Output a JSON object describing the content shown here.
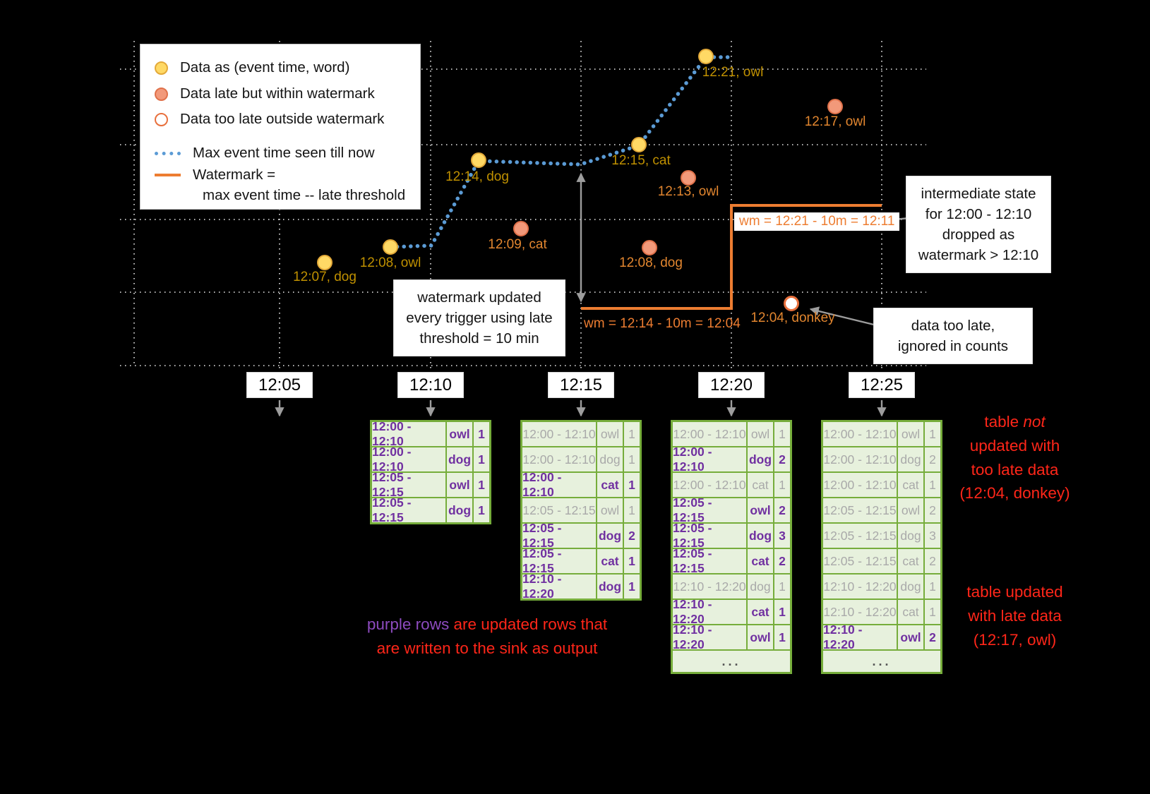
{
  "colors": {
    "background": "#000000",
    "ontime_fill": "#ffd965",
    "late_fill": "#f2997a",
    "toolate_ring": "#e8703d",
    "max_event_line": "#5b9bd5",
    "watermark_line": "#ed7d31",
    "table_green": "#76ad3b",
    "updated_purple": "#7030a0",
    "unchanged_gray": "#a9a9a9",
    "note_red": "#ff2619"
  },
  "legend": {
    "items": [
      {
        "icon": "ontime-dot",
        "label": "Data as (event time, word)"
      },
      {
        "icon": "late-dot",
        "label": "Data late but within watermark"
      },
      {
        "icon": "toolate-dot",
        "label": "Data too late outside watermark"
      },
      {
        "icon": "max-event-line",
        "label": "Max event time seen till now"
      },
      {
        "icon": "watermark-line",
        "label": "Watermark =",
        "label2": "max event time -- late threshold"
      }
    ]
  },
  "points": [
    {
      "label": "12:07, dog",
      "kind": "ontime"
    },
    {
      "label": "12:08, owl",
      "kind": "ontime"
    },
    {
      "label": "12:14, dog",
      "kind": "ontime"
    },
    {
      "label": "12:15, cat",
      "kind": "ontime"
    },
    {
      "label": "12:21, owl",
      "kind": "ontime"
    },
    {
      "label": "12:09, cat",
      "kind": "late"
    },
    {
      "label": "12:13, owl",
      "kind": "late"
    },
    {
      "label": "12:08, dog",
      "kind": "late"
    },
    {
      "label": "12:17, owl",
      "kind": "late"
    },
    {
      "label": "12:04, donkey",
      "kind": "toolate"
    }
  ],
  "watermark_labels": {
    "first": "wm = 12:14 - 10m = 12:04",
    "second": "wm = 12:21 - 10m = 12:11"
  },
  "callouts": {
    "trigger": {
      "lines": [
        "watermark updated",
        "every trigger using late",
        "threshold = 10 min"
      ]
    },
    "dropped": {
      "lines": [
        "intermediate state",
        "for 12:00 - 12:10",
        "dropped as",
        "watermark > 12:10"
      ]
    },
    "too_late": {
      "lines": [
        "data too late,",
        "ignored in counts"
      ]
    }
  },
  "axis": {
    "times": [
      "12:05",
      "12:10",
      "12:15",
      "12:20",
      "12:25"
    ]
  },
  "ellipsis_label": "...",
  "tables": [
    {
      "trigger_time": "12:10",
      "ellipsis": false,
      "rows": [
        {
          "window": "12:00 - 12:10",
          "word": "owl",
          "count": "1",
          "updated": true
        },
        {
          "window": "12:00 - 12:10",
          "word": "dog",
          "count": "1",
          "updated": true
        },
        {
          "window": "12:05 - 12:15",
          "word": "owl",
          "count": "1",
          "updated": true
        },
        {
          "window": "12:05 - 12:15",
          "word": "dog",
          "count": "1",
          "updated": true
        }
      ]
    },
    {
      "trigger_time": "12:15",
      "ellipsis": false,
      "rows": [
        {
          "window": "12:00 - 12:10",
          "word": "owl",
          "count": "1",
          "updated": false
        },
        {
          "window": "12:00 - 12:10",
          "word": "dog",
          "count": "1",
          "updated": false
        },
        {
          "window": "12:00 - 12:10",
          "word": "cat",
          "count": "1",
          "updated": true
        },
        {
          "window": "12:05 - 12:15",
          "word": "owl",
          "count": "1",
          "updated": false
        },
        {
          "window": "12:05 - 12:15",
          "word": "dog",
          "count": "2",
          "updated": true
        },
        {
          "window": "12:05 - 12:15",
          "word": "cat",
          "count": "1",
          "updated": true
        },
        {
          "window": "12:10 - 12:20",
          "word": "dog",
          "count": "1",
          "updated": true
        }
      ]
    },
    {
      "trigger_time": "12:20",
      "ellipsis": true,
      "rows": [
        {
          "window": "12:00 - 12:10",
          "word": "owl",
          "count": "1",
          "updated": false
        },
        {
          "window": "12:00 - 12:10",
          "word": "dog",
          "count": "2",
          "updated": true
        },
        {
          "window": "12:00 - 12:10",
          "word": "cat",
          "count": "1",
          "updated": false
        },
        {
          "window": "12:05 - 12:15",
          "word": "owl",
          "count": "2",
          "updated": true
        },
        {
          "window": "12:05 - 12:15",
          "word": "dog",
          "count": "3",
          "updated": true
        },
        {
          "window": "12:05 - 12:15",
          "word": "cat",
          "count": "2",
          "updated": true
        },
        {
          "window": "12:10 - 12:20",
          "word": "dog",
          "count": "1",
          "updated": false
        },
        {
          "window": "12:10 - 12:20",
          "word": "cat",
          "count": "1",
          "updated": true
        },
        {
          "window": "12:10 - 12:20",
          "word": "owl",
          "count": "1",
          "updated": true
        }
      ]
    },
    {
      "trigger_time": "12:25",
      "ellipsis": true,
      "rows": [
        {
          "window": "12:00 - 12:10",
          "word": "owl",
          "count": "1",
          "updated": false
        },
        {
          "window": "12:00 - 12:10",
          "word": "dog",
          "count": "2",
          "updated": false
        },
        {
          "window": "12:00 - 12:10",
          "word": "cat",
          "count": "1",
          "updated": false
        },
        {
          "window": "12:05 - 12:15",
          "word": "owl",
          "count": "2",
          "updated": false
        },
        {
          "window": "12:05 - 12:15",
          "word": "dog",
          "count": "3",
          "updated": false
        },
        {
          "window": "12:05 - 12:15",
          "word": "cat",
          "count": "2",
          "updated": false
        },
        {
          "window": "12:10 - 12:20",
          "word": "dog",
          "count": "1",
          "updated": false
        },
        {
          "window": "12:10 - 12:20",
          "word": "cat",
          "count": "1",
          "updated": false
        },
        {
          "window": "12:10 - 12:20",
          "word": "owl",
          "count": "2",
          "updated": true
        }
      ]
    }
  ],
  "notes": {
    "too_late_table": {
      "prefix": "table ",
      "italic": "not",
      "lines": [
        "updated with",
        "too late data",
        "(12:04, donkey)"
      ]
    },
    "late_table": {
      "lines": [
        "table updated",
        "with late data",
        "(12:17, owl)"
      ]
    },
    "purple": {
      "lead": "purple rows",
      "rest": " are updated rows that",
      "line2": "are written to the sink as output"
    }
  }
}
